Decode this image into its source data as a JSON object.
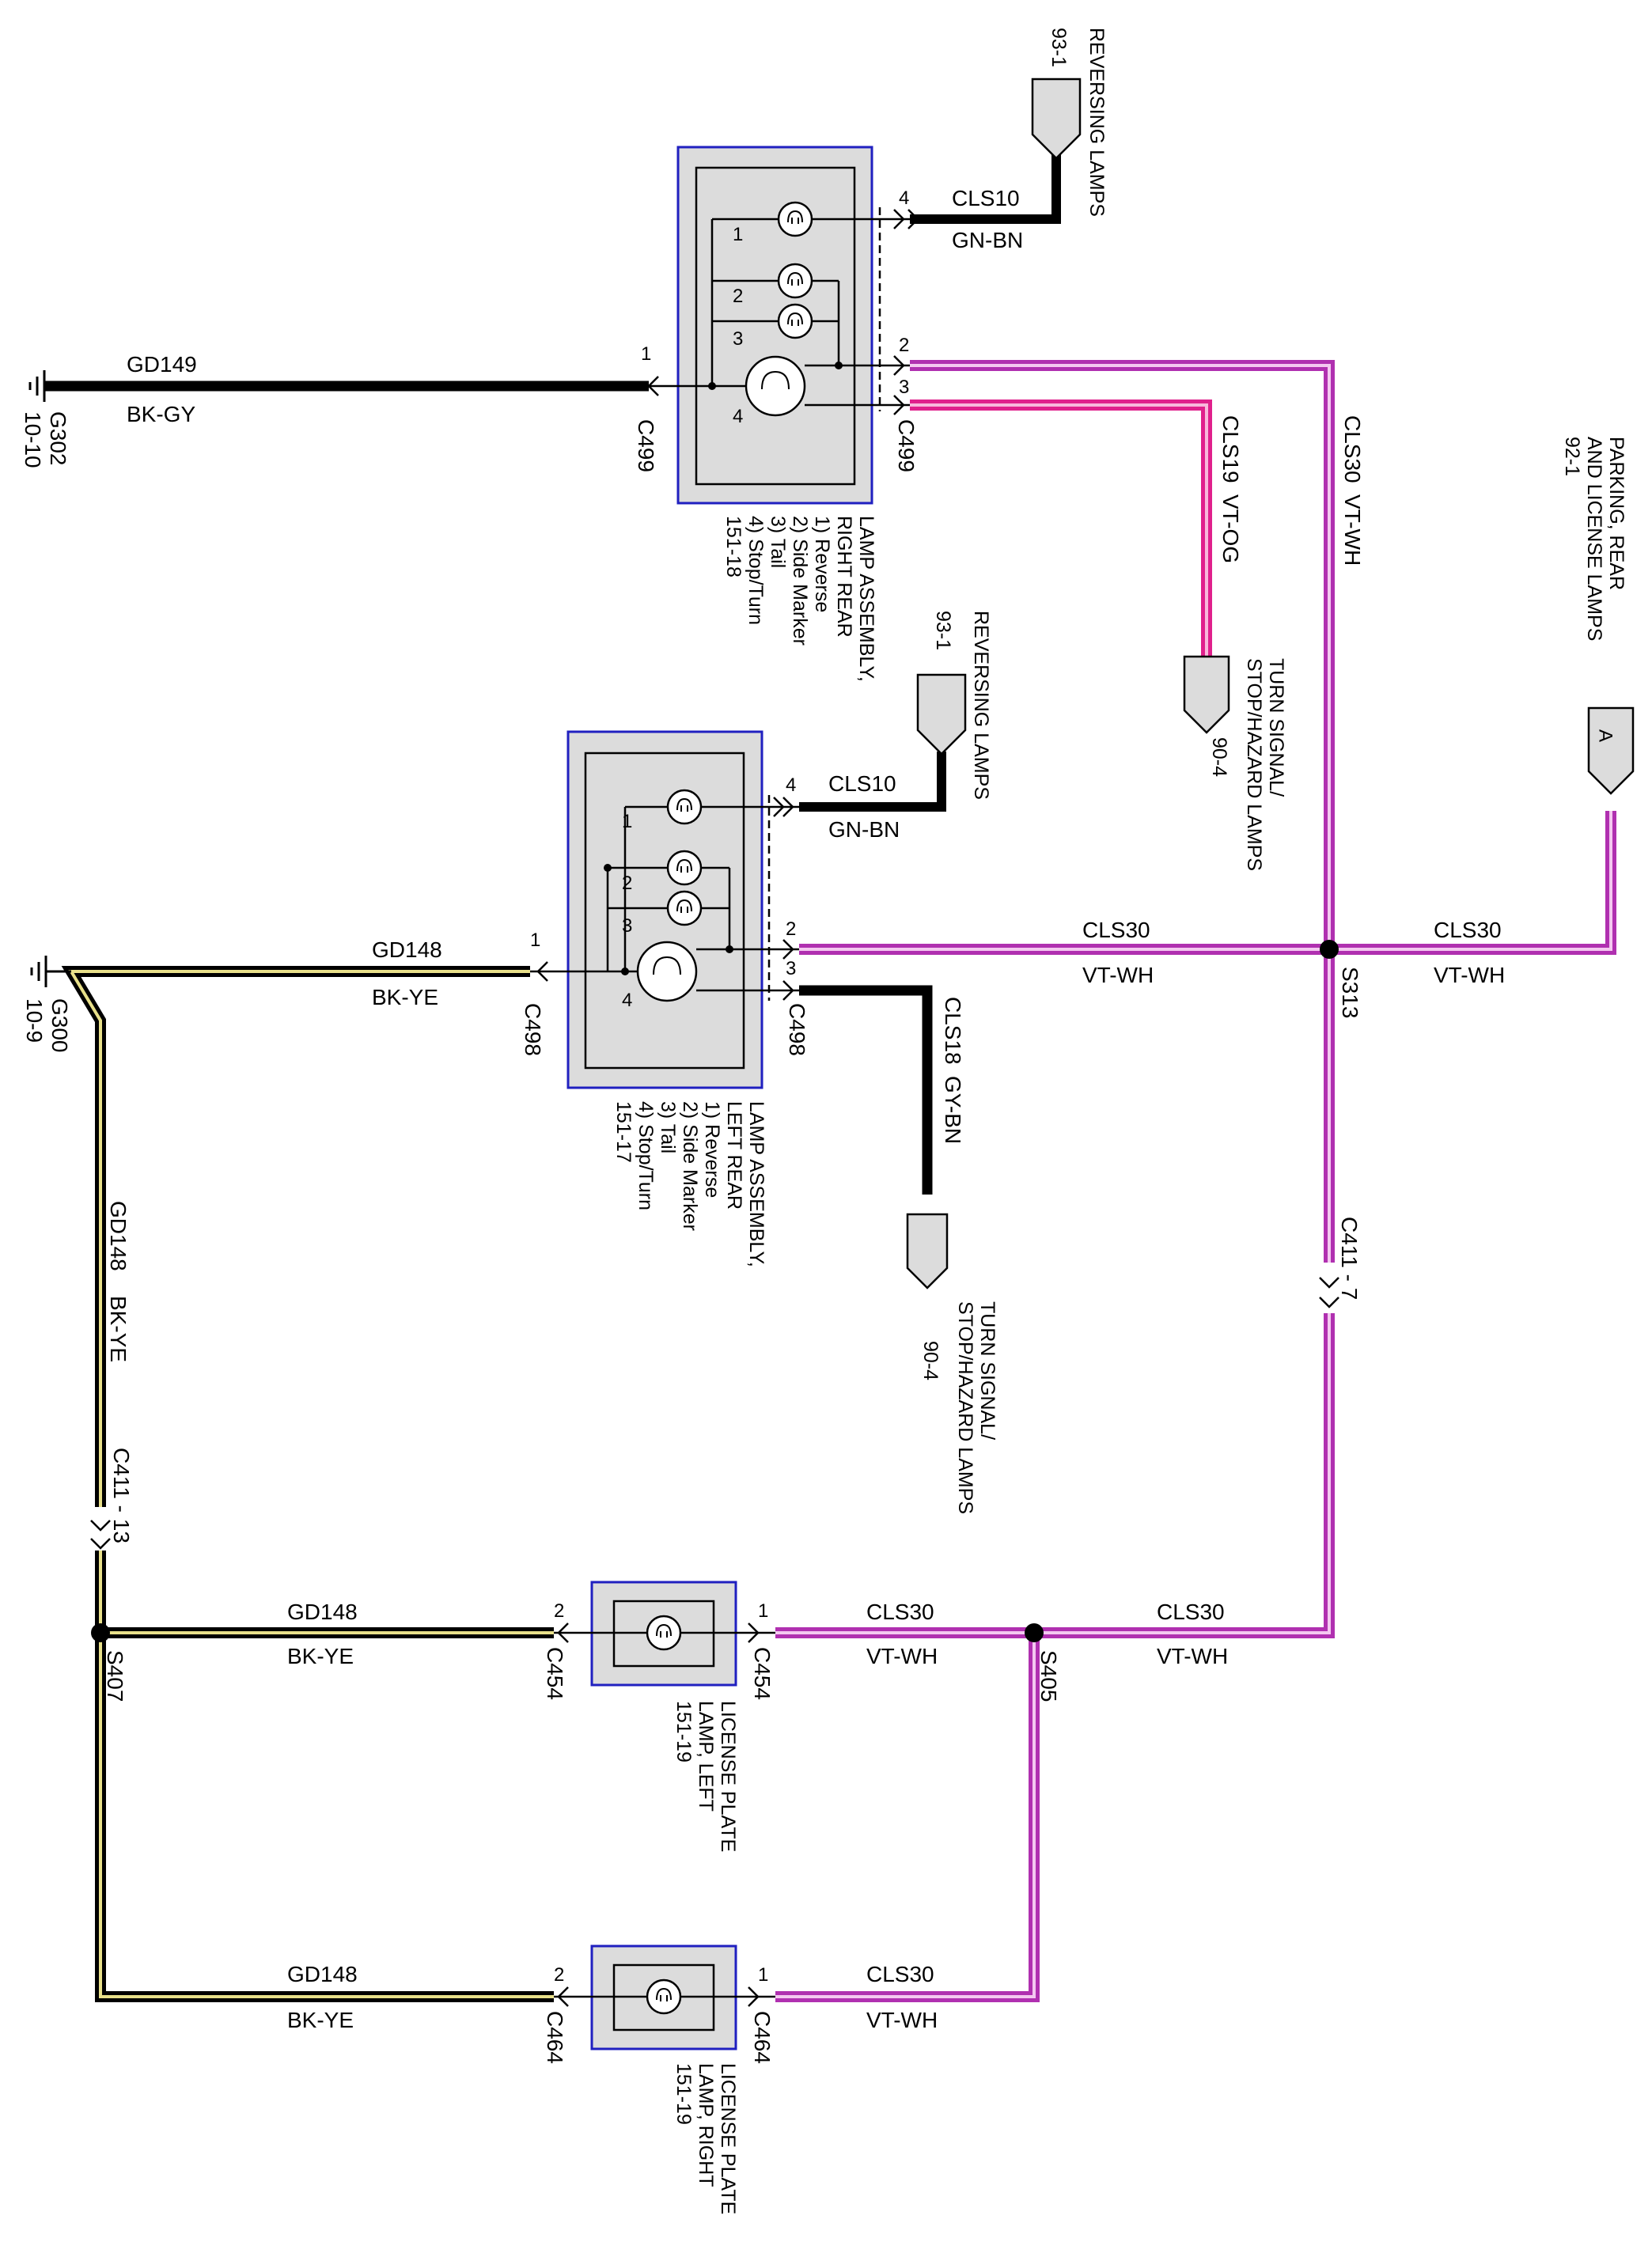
{
  "colors": {
    "black_wire": "#000000",
    "yellow_trace": "#e8e08a",
    "violet": "#b030b0",
    "violet_trace": "#f4c8f0",
    "violet_og": "#e0208c",
    "violet_og_trace": "#f8b8dc",
    "box_border": "#2020c0",
    "box_fill": "#dcdcdc"
  },
  "grounds": {
    "g302": {
      "id": "G302",
      "ref": "10-10"
    },
    "g300": {
      "id": "G300",
      "ref": "10-9"
    }
  },
  "wires": {
    "gd149": {
      "circuit": "GD149",
      "color": "BK-GY"
    },
    "gd148_left": {
      "circuit": "GD148",
      "color": "BK-YE"
    },
    "gd148_vertical": {
      "circuit": "GD148",
      "color": "BK-YE"
    },
    "gd148_lp_left": {
      "circuit": "GD148",
      "color": "BK-YE"
    },
    "gd148_lp_right": {
      "circuit": "GD148",
      "color": "BK-YE"
    },
    "cls10_rr": {
      "circuit": "CLS10",
      "color": "GN-BN"
    },
    "cls10_lr": {
      "circuit": "CLS10",
      "color": "GN-BN"
    },
    "cls19": {
      "circuit": "CLS19",
      "color": "VT-OG"
    },
    "cls18": {
      "circuit": "CLS18",
      "color": "GY-BN"
    },
    "cls30_right_vertical": {
      "circuit": "CLS30",
      "color": "VT-WH"
    },
    "cls30_lr_horizontal": {
      "circuit": "CLS30",
      "color": "VT-WH"
    },
    "cls30_to_a": {
      "circuit": "CLS30",
      "color": "VT-WH"
    },
    "cls30_lp_left": {
      "circuit": "CLS30",
      "color": "VT-WH"
    },
    "cls30_s405": {
      "circuit": "CLS30",
      "color": "VT-WH"
    },
    "cls30_lp_right": {
      "circuit": "CLS30",
      "color": "VT-WH"
    }
  },
  "connectors": {
    "c499_left": "C499",
    "c499_right": "C499",
    "c498_left": "C498",
    "c498_right": "C498",
    "c411_7": "C411  - 7",
    "c411_13": "C411  - 13",
    "c454_left": "C454",
    "c454_right": "C454",
    "c464_left": "C464",
    "c464_right": "C464"
  },
  "splices": {
    "s313": "S313",
    "s405": "S405",
    "s407": "S407"
  },
  "components": {
    "right_rear": {
      "lines": [
        "LAMP ASSEMBLY,",
        "RIGHT REAR",
        "1) Reverse",
        "2) Side Marker",
        "3) Tail",
        "4) Stop/Turn",
        "151-18"
      ]
    },
    "left_rear": {
      "lines": [
        "LAMP ASSEMBLY,",
        "LEFT REAR",
        "1) Reverse",
        "2) Side Marker",
        "3) Tail",
        "4) Stop/Turn",
        "151-17"
      ]
    },
    "license_left": {
      "lines": [
        "LICENSE PLATE",
        "LAMP, LEFT",
        "151-19"
      ]
    },
    "license_right": {
      "lines": [
        "LICENSE PLATE",
        "LAMP, RIGHT",
        "151-19"
      ]
    }
  },
  "references": {
    "reversing_top": {
      "lines": [
        "REVERSING LAMPS",
        "93-1"
      ]
    },
    "reversing_mid": {
      "lines": [
        "REVERSING LAMPS",
        "93-1"
      ]
    },
    "turn_top": {
      "lines": [
        "TURN SIGNAL/",
        "STOP/HAZARD LAMPS",
        "90-4"
      ]
    },
    "turn_mid": {
      "lines": [
        "TURN SIGNAL/",
        "STOP/HAZARD LAMPS",
        "90-4"
      ]
    },
    "parking": {
      "lines": [
        "PARKING, REAR",
        "AND LICENSE LAMPS",
        "92-1"
      ],
      "letter": "A"
    }
  },
  "pins": {
    "rr_left_1": "1",
    "rr_4": "4",
    "rr_2": "2",
    "rr_3": "3",
    "rr_b1": "1",
    "rr_b2": "2",
    "rr_b3": "3",
    "rr_b4": "4",
    "lr_left_1": "1",
    "lr_4": "4",
    "lr_2": "2",
    "lr_3": "3",
    "lr_b1": "1",
    "lr_b2": "2",
    "lr_b3": "3",
    "lr_b4": "4",
    "lpl_2": "2",
    "lpl_1": "1",
    "lpr_2": "2",
    "lpr_1": "1"
  }
}
